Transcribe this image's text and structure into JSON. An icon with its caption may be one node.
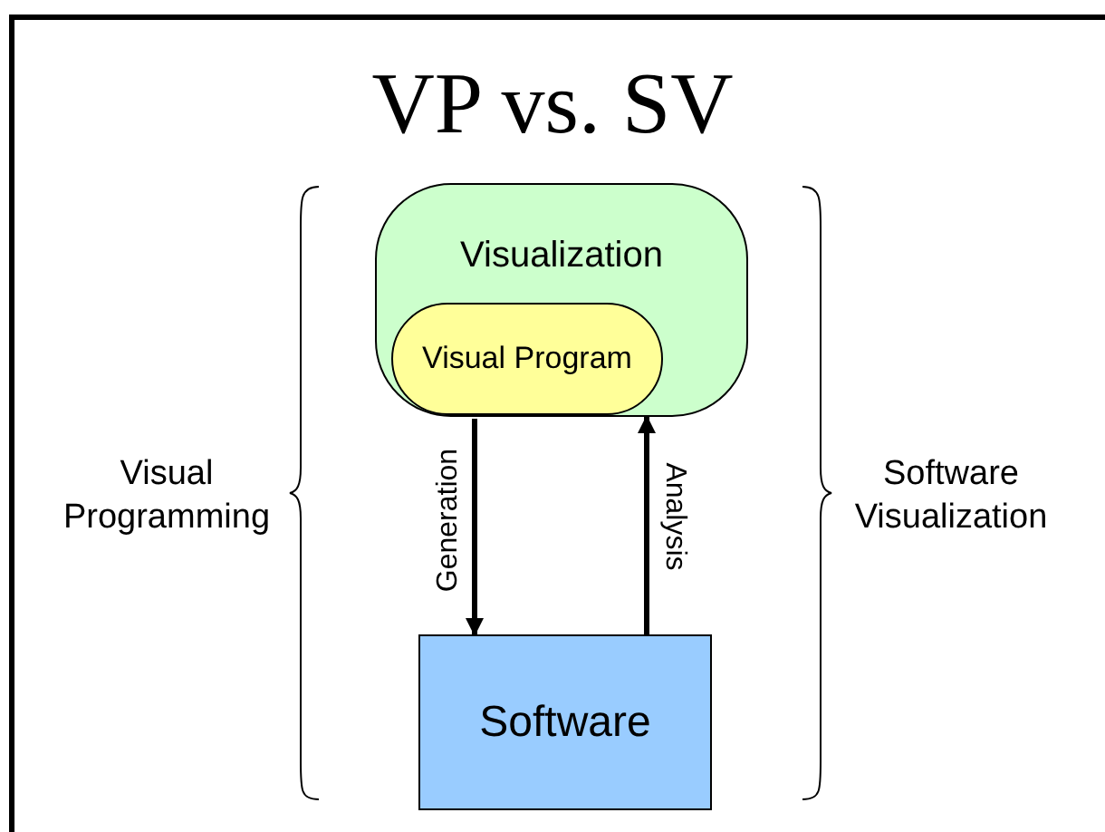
{
  "diagram": {
    "title": "VP vs. SV",
    "nodes": [
      {
        "text": [
          "Visualization"
        ]
      },
      {
        "text": [
          "Visual Program"
        ],
        "in": 0
      },
      {
        "text": [
          "Software"
        ]
      }
    ],
    "edges": [
      {
        "from": 1,
        "to": 2,
        "arrow": "to",
        "label": "Generation"
      },
      {
        "from": 2,
        "to": 0,
        "arrow": "to",
        "label": "Analysis"
      }
    ],
    "labels": [
      "Visual Programming",
      "Software Visualization"
    ]
  }
}
